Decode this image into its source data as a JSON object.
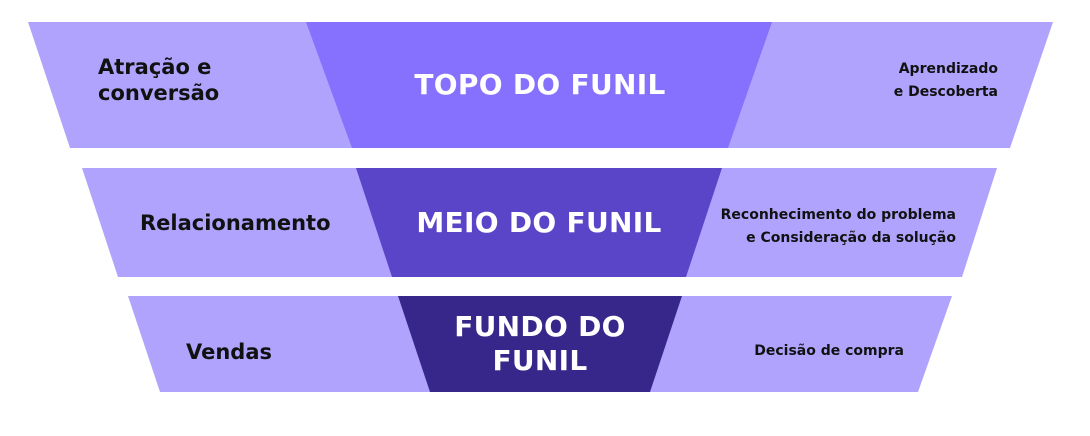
{
  "colors": {
    "side": "#b0a3fe",
    "top": "#8670fe",
    "middle": "#5a45c9",
    "bottom": "#37278b",
    "side_text": "#111111",
    "center_text": "#ffffff"
  },
  "stages": [
    {
      "center_lines": [
        "TOPO DO FUNIL"
      ],
      "left_lines": [
        "Atração e",
        "conversão"
      ],
      "right_lines": [
        "Aprendizado",
        "e Descoberta"
      ]
    },
    {
      "center_lines": [
        "MEIO DO FUNIL"
      ],
      "left_lines": [
        "Relacionamento"
      ],
      "right_lines": [
        "Reconhecimento do problema",
        "e Consideração da solução"
      ]
    },
    {
      "center_lines": [
        "FUNDO DO",
        "FUNIL"
      ],
      "left_lines": [
        "Vendas"
      ],
      "right_lines": [
        "Decisão de compra"
      ]
    }
  ]
}
